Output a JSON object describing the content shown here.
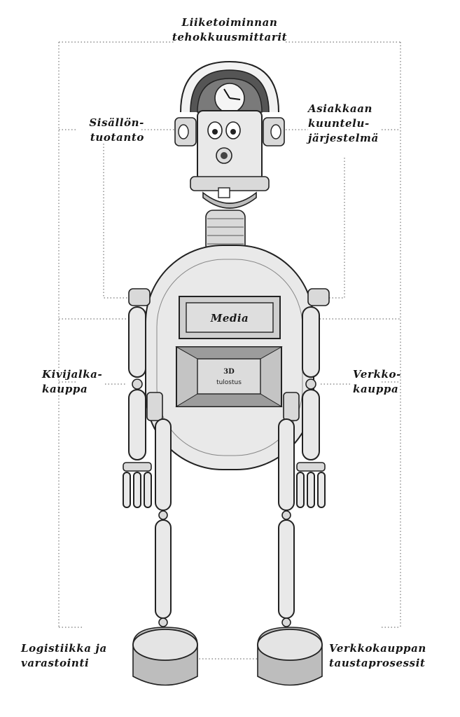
{
  "labels": {
    "top": [
      "Liiketoiminnan",
      "tehokkuusmittarit"
    ],
    "upper_left": [
      "Sisällön-",
      "tuotanto"
    ],
    "upper_right": [
      "Asiakkaan",
      "kuuntelu-",
      "järjestelmä"
    ],
    "middle_left": [
      "Kivijalka-",
      "kauppa"
    ],
    "middle_right": [
      "Verkko-",
      "kauppa"
    ],
    "bottom_left": [
      "Logistiikka ja",
      "varastointi"
    ],
    "bottom_right": [
      "Verkkokauppan",
      "taustaprosessit"
    ]
  },
  "torso": {
    "screen_label": "Media",
    "printer_label_top": "3D",
    "printer_label_bottom": "tulostus"
  },
  "icons": [
    "clock-icon",
    "robot-eye-icon",
    "robot-mouth-icon"
  ]
}
